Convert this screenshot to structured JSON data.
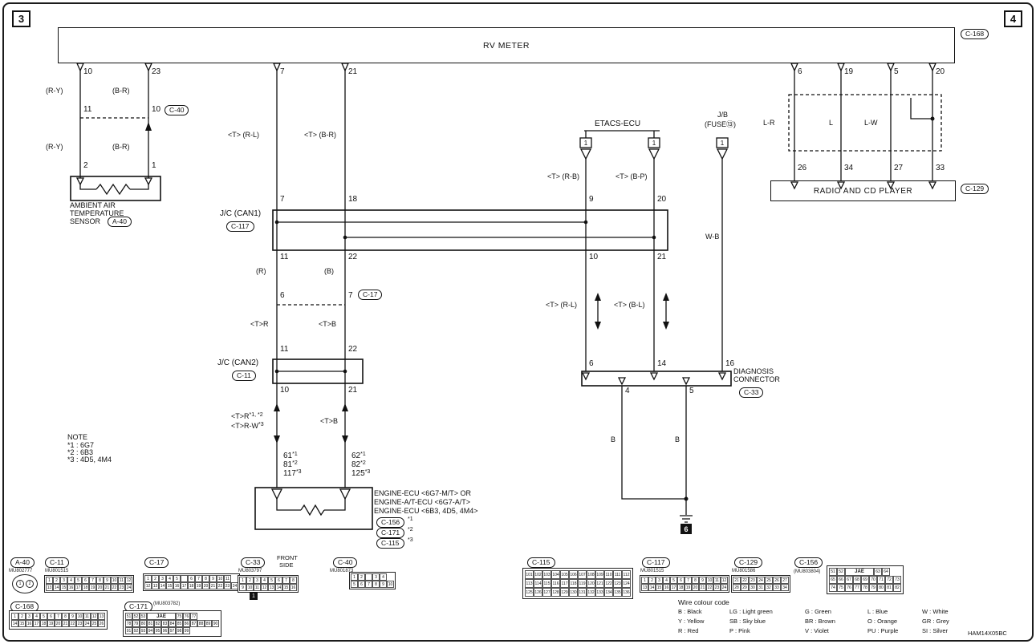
{
  "page": {
    "tab_left": "3",
    "tab_right": "4",
    "doc_code": "HAM14X05BC"
  },
  "rv_meter": {
    "label": "RV METER",
    "cref": "C-168"
  },
  "sensor": {
    "pin_top_a": "10",
    "pin_top_b": "23",
    "wire_a1": "(R-Y)",
    "wire_b1": "(B-R)",
    "joint_a": "11",
    "joint_b": "10",
    "joint_cref": "C-40",
    "wire_a2": "(R-Y)",
    "wire_b2": "(B-R)",
    "pin_in_a": "2",
    "pin_in_b": "1",
    "name1": "AMBIENT AIR",
    "name2": "TEMPERATURE",
    "name3": "SENSOR",
    "cref": "A-40"
  },
  "can": {
    "pin_rv_a": "7",
    "pin_rv_b": "21",
    "wire_top_a": "<T> (R-L)",
    "wire_top_b": "<T> (B-R)",
    "can1_label": "J/C (CAN1)",
    "can1_cref": "C-117",
    "p7": "7",
    "p18": "18",
    "p9": "9",
    "p20": "20",
    "p11": "11",
    "p22": "22",
    "p10": "10",
    "p21": "21",
    "wire_r": "(R)",
    "wire_b": "(B)",
    "c17_a": "6",
    "c17_b": "7",
    "c17_cref": "C-17",
    "wire_tr": "<T>R",
    "wire_tb": "<T>B",
    "can2_label": "J/C (CAN2)",
    "can2_cref": "C-11",
    "can2_p11": "11",
    "can2_p22": "22",
    "can2_p10": "10",
    "can2_p21": "21",
    "tw_a1": "<T>R",
    "tw_a1_sup": "*1, *2",
    "tw_a2": "<T>R-W",
    "tw_a2_sup": "*3",
    "tw_b": "<T>B",
    "ecu_l1": "61",
    "ecu_l1s": "*1",
    "ecu_l2": "81",
    "ecu_l2s": "*2",
    "ecu_l3": "117",
    "ecu_l3s": "*3",
    "ecu_r1": "62",
    "ecu_r1s": "*1",
    "ecu_r2": "82",
    "ecu_r2s": "*2",
    "ecu_r3": "125",
    "ecu_r3s": "*3"
  },
  "note": {
    "title": "NOTE",
    "l1": "*1 : 6G7",
    "l2": "*2 : 6B3",
    "l3": "*3 : 4D5, 4M4"
  },
  "engine_ecu": {
    "n1": "ENGINE-ECU <6G7-M/T> OR",
    "n2": "ENGINE-A/T-ECU <6G7-A/T>",
    "n3": "ENGINE-ECU <6B3, 4D5, 4M4>",
    "r1": "C-156",
    "r1s": "*1",
    "r2": "C-171",
    "r2s": "*2",
    "r3": "C-115",
    "r3s": "*3"
  },
  "etacs": {
    "label": "ETACS-ECU",
    "sq1": "1",
    "sq2": "1",
    "jb_l1": "J/B",
    "jb_l2": "(FUSE⑬)",
    "jb_sq": "1",
    "wire_a": "<T> (R-B)",
    "wire_b": "<T> (B-P)",
    "wire_wb": "W-B",
    "wire_c": "<T> (R-L)",
    "wire_d": "<T> (B-L)"
  },
  "diagnosis": {
    "p6": "6",
    "p14": "14",
    "p16": "16",
    "name1": "DIAGNOSIS",
    "name2": "CONNECTOR",
    "cref": "C-33",
    "p4": "4",
    "p5": "5",
    "b1": "B",
    "b2": "B",
    "ground": "6"
  },
  "radio": {
    "label": "RADIO AND CD PLAYER",
    "cref": "C-129",
    "pin_top": [
      "6",
      "19",
      "5",
      "20"
    ],
    "wires": [
      "L-R",
      "L",
      "L-W"
    ],
    "pin_bot": [
      "26",
      "34",
      "27",
      "33"
    ]
  },
  "panel": {
    "a40": {
      "cref": "A-40",
      "part": "MU802777",
      "pins": [
        "1",
        "2"
      ]
    },
    "c11": {
      "cref": "C-11",
      "part": "MU801515",
      "grid": {
        "cw": 9,
        "rows": [
          [
            "1",
            "2",
            "3",
            "4",
            "5",
            "6",
            "7",
            "8",
            "9",
            "10",
            "11",
            "12"
          ],
          [
            "13",
            "14",
            "15",
            "16",
            "17",
            "18",
            "19",
            "20",
            "21",
            "22",
            "23",
            "24"
          ]
        ]
      }
    },
    "c17": {
      "cref": "C-17",
      "grid": {
        "cw": 9,
        "rows": [
          [
            "1",
            "2",
            "3",
            "4",
            "5",
            "",
            "6",
            "7",
            "8",
            "9",
            "10",
            "11"
          ],
          [
            "12",
            "13",
            "14",
            "15",
            "16",
            "17",
            "18",
            "19",
            "20",
            "21",
            "22",
            "23",
            "24"
          ]
        ]
      }
    },
    "c33": {
      "cref": "C-33",
      "part": "MU803797",
      "front": "FRONT",
      "side": "SIDE",
      "tag": "1",
      "grid": {
        "cw": 9,
        "rows": [
          [
            "1",
            "2",
            "3",
            "4",
            "5",
            "6",
            "7",
            "8"
          ],
          [
            "9",
            "10",
            "11",
            "12",
            "13",
            "14",
            "15",
            "16"
          ]
        ]
      }
    },
    "c40": {
      "cref": "C-40",
      "part": "MU801873",
      "grid": {
        "cw": 9,
        "rows": [
          [
            "1",
            "2",
            "",
            "3",
            "4"
          ],
          [
            "5",
            "6",
            "7",
            "8",
            "9",
            "10"
          ]
        ]
      }
    },
    "c115": {
      "cref": "C-115",
      "grid": {
        "cw": 11,
        "ch": 11,
        "rows": [
          [
            "101",
            "102",
            "103",
            "104",
            "105",
            "106",
            "107",
            "108",
            "109",
            "110",
            "111",
            "112"
          ],
          [
            "113",
            "114",
            "115",
            "116",
            "117",
            "118",
            "119",
            "120",
            "121",
            "122",
            "123",
            "124"
          ],
          [
            "125",
            "126",
            "127",
            "128",
            "129",
            "130",
            "131",
            "132",
            "133",
            "134",
            "135",
            "136"
          ]
        ]
      }
    },
    "c117": {
      "cref": "C-117",
      "part": "MU801515",
      "grid": {
        "cw": 9,
        "rows": [
          [
            "1",
            "2",
            "3",
            "4",
            "5",
            "6",
            "7",
            "8",
            "9",
            "10",
            "11",
            "12"
          ],
          [
            "13",
            "14",
            "15",
            "16",
            "17",
            "18",
            "19",
            "20",
            "21",
            "22",
            "23",
            "24"
          ]
        ]
      }
    },
    "c129": {
      "cref": "C-129",
      "part": "MU801586",
      "grid": {
        "cw": 10,
        "rows": [
          [
            "21",
            "22",
            "23",
            "24",
            "25",
            "26",
            "27"
          ],
          [
            "28",
            "29",
            "30",
            "31",
            "32",
            "33",
            "34"
          ]
        ]
      }
    },
    "c156": {
      "cref": "C-156",
      "part": "(MU803804)",
      "grid": {
        "cw": 10,
        "ch": 10,
        "rows": [
          [
            "51",
            "52",
            "JAE",
            "63",
            "64"
          ],
          [
            "65",
            "66",
            "67",
            "68",
            "69",
            "70",
            "71",
            "72",
            "73"
          ],
          [
            "74",
            "75",
            "76",
            "77",
            "78",
            "79",
            "80",
            "81",
            "82"
          ]
        ]
      }
    },
    "c168": {
      "cref": "C-168",
      "grid": {
        "cw": 9,
        "rows": [
          [
            "1",
            "2",
            "3",
            "4",
            "5",
            "6",
            "7",
            "8",
            "9",
            "10",
            "11",
            "12",
            "13"
          ],
          [
            "14",
            "15",
            "16",
            "17",
            "18",
            "19",
            "20",
            "21",
            "22",
            "23",
            "24",
            "25",
            "26"
          ]
        ]
      }
    },
    "c171": {
      "cref": "C-171",
      "part": "(MU803782)",
      "grid": {
        "cw": 9,
        "rows": [
          [
            "51",
            "52",
            "53",
            "JAE",
            "75",
            "76",
            "77"
          ],
          [
            "78",
            "79",
            "80",
            "81",
            "82",
            "83",
            "84",
            "85",
            "86",
            "87",
            "88",
            "89",
            "90"
          ],
          [
            "91",
            "92",
            "93",
            "94",
            "95",
            "96",
            "97",
            "98",
            "99"
          ]
        ]
      }
    }
  },
  "colour_code": {
    "title": "Wire colour code",
    "rows": [
      [
        "B : Black",
        "LG : Light green",
        "G : Green",
        "L : Blue",
        "W : White"
      ],
      [
        "Y : Yellow",
        "SB : Sky blue",
        "BR : Brown",
        "O : Orange",
        "GR : Grey"
      ],
      [
        "R : Red",
        "P : Pink",
        "V : Violet",
        "PU : Purple",
        "SI : Silver"
      ]
    ]
  }
}
